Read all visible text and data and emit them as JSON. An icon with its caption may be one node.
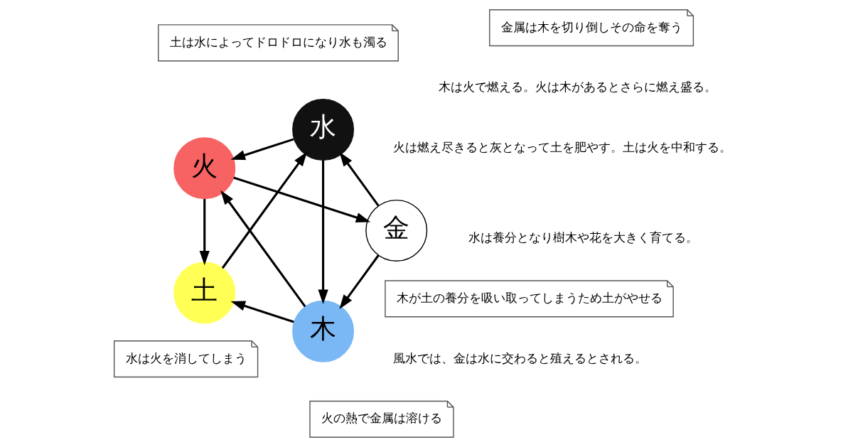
{
  "diagram": {
    "nodes": [
      {
        "text": [
          "木"
        ]
      },
      {
        "text": [
          "水"
        ]
      },
      {
        "text": [
          "火"
        ]
      },
      {
        "text": [
          "金"
        ]
      },
      {
        "text": [
          "土"
        ]
      },
      {
        "text": [
          "木が土の養分を吸い取ってしまうため土がやせる"
        ]
      },
      {
        "text": [
          "水は火を消してしまう"
        ]
      },
      {
        "text": [
          "金属は木を切り倒しその命を奪う"
        ]
      },
      {
        "text": [
          "土は水によってドロドロになり水も濁る"
        ]
      },
      {
        "text": [
          "火の熱で金属は溶ける"
        ]
      }
    ],
    "edges": [
      {
        "from": 1,
        "to": 0,
        "arrow": "to"
      },
      {
        "from": 0,
        "to": 2,
        "arrow": "to"
      },
      {
        "from": 2,
        "to": 4,
        "arrow": "to"
      },
      {
        "from": 3,
        "to": 1,
        "arrow": "to"
      },
      {
        "from": 0,
        "to": 4,
        "arrow": "to"
      },
      {
        "from": 4,
        "to": 1,
        "arrow": "to"
      },
      {
        "from": 1,
        "to": 2,
        "arrow": "to"
      },
      {
        "from": 2,
        "to": 3,
        "arrow": "to"
      },
      {
        "from": 3,
        "to": 0,
        "arrow": "to"
      }
    ],
    "labels": [
      "水は養分となり樹木や花を大きく育てる。",
      "木は火で燃える。火は木があるとさらに燃え盛る。",
      "風水では、金は水に交わると殖えるとされる。",
      "火は燃え尽きると灰となって土を肥やす。土は火を中和する。"
    ]
  }
}
